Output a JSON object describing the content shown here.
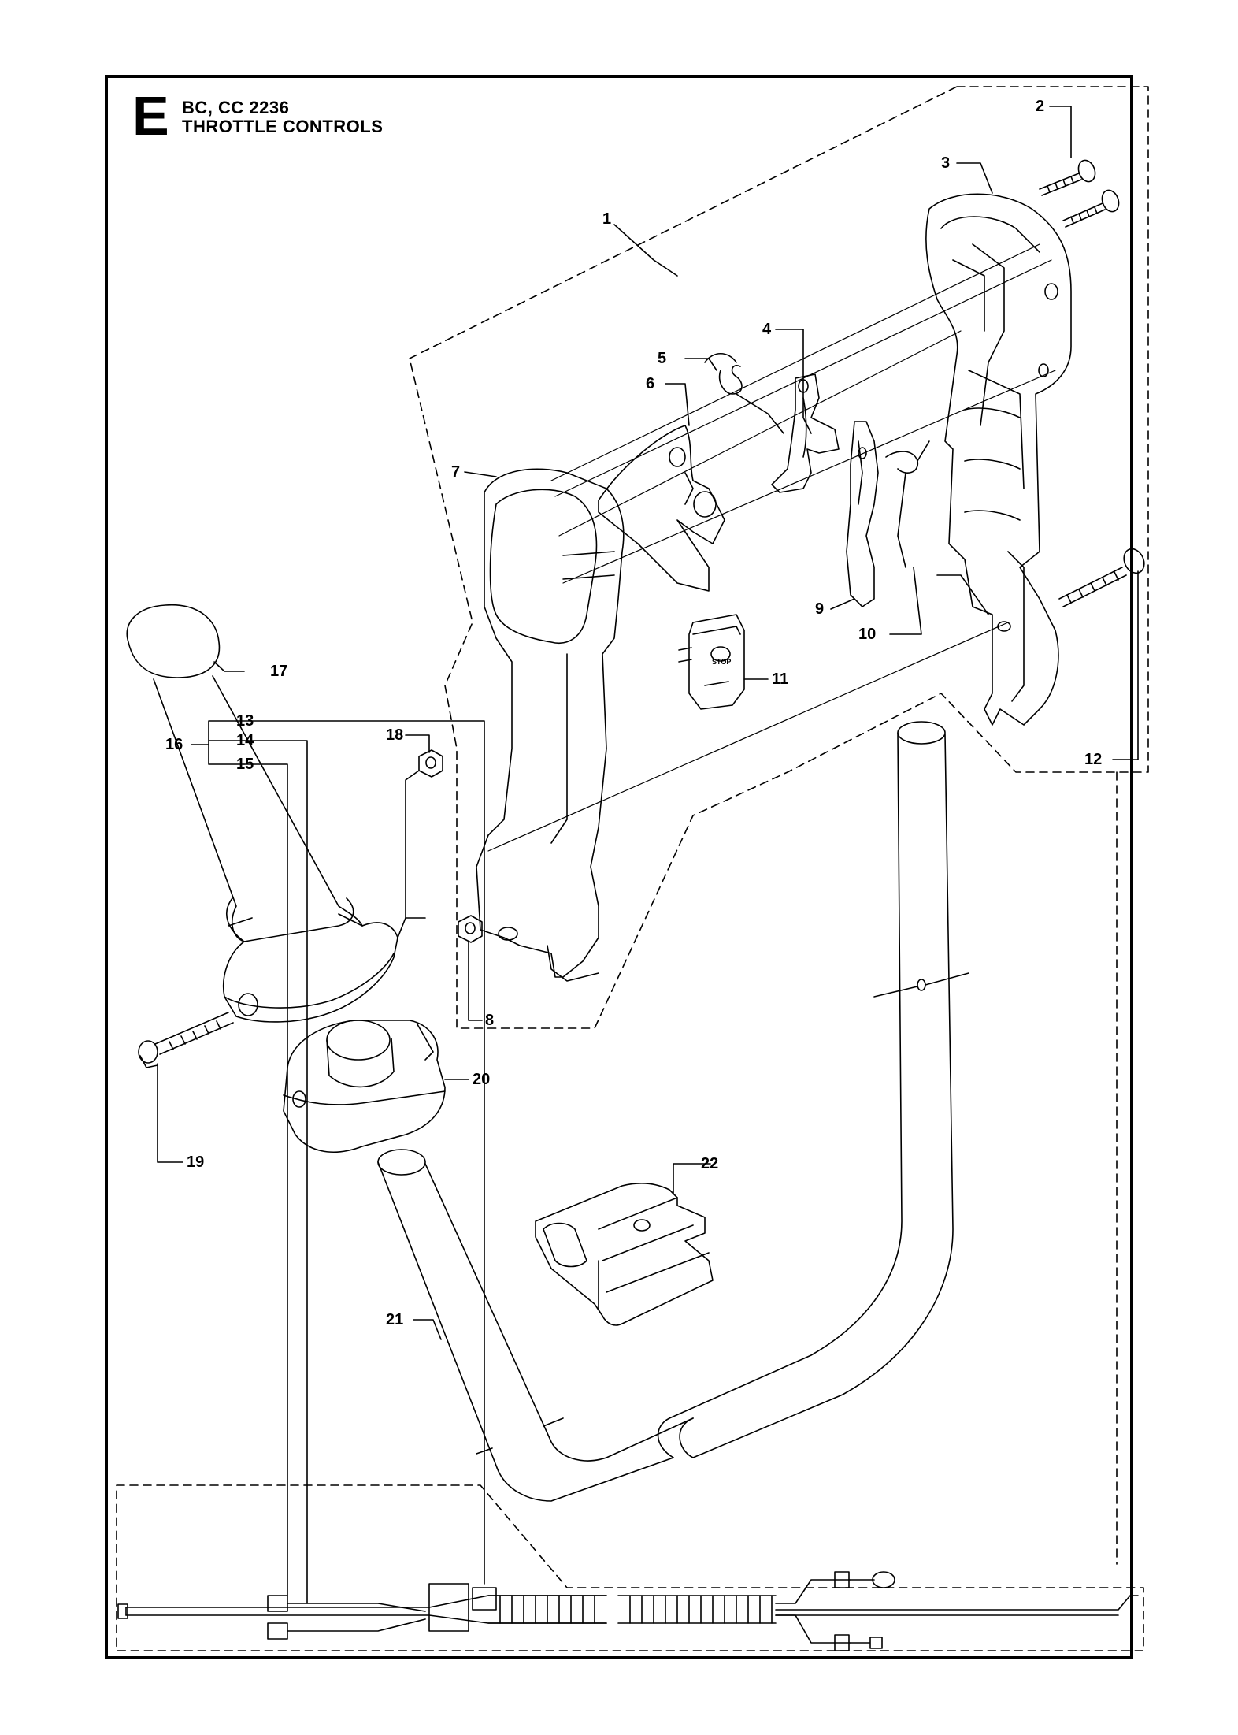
{
  "header": {
    "section_letter": "E",
    "model": "BC, CC 2236",
    "title": "THROTTLE CONTROLS"
  },
  "stop_label": "STOP",
  "callouts": [
    {
      "id": "1",
      "text": "1"
    },
    {
      "id": "2",
      "text": "2"
    },
    {
      "id": "3",
      "text": "3"
    },
    {
      "id": "4",
      "text": "4"
    },
    {
      "id": "5",
      "text": "5"
    },
    {
      "id": "6",
      "text": "6"
    },
    {
      "id": "7",
      "text": "7"
    },
    {
      "id": "8",
      "text": "8"
    },
    {
      "id": "9",
      "text": "9"
    },
    {
      "id": "10",
      "text": "10"
    },
    {
      "id": "11",
      "text": "11"
    },
    {
      "id": "12",
      "text": "12"
    },
    {
      "id": "13",
      "text": "13"
    },
    {
      "id": "14",
      "text": "14"
    },
    {
      "id": "15",
      "text": "15"
    },
    {
      "id": "16",
      "text": "16"
    },
    {
      "id": "17",
      "text": "17"
    },
    {
      "id": "18",
      "text": "18"
    },
    {
      "id": "19",
      "text": "19"
    },
    {
      "id": "20",
      "text": "20"
    },
    {
      "id": "21",
      "text": "21"
    },
    {
      "id": "22",
      "text": "22"
    }
  ]
}
